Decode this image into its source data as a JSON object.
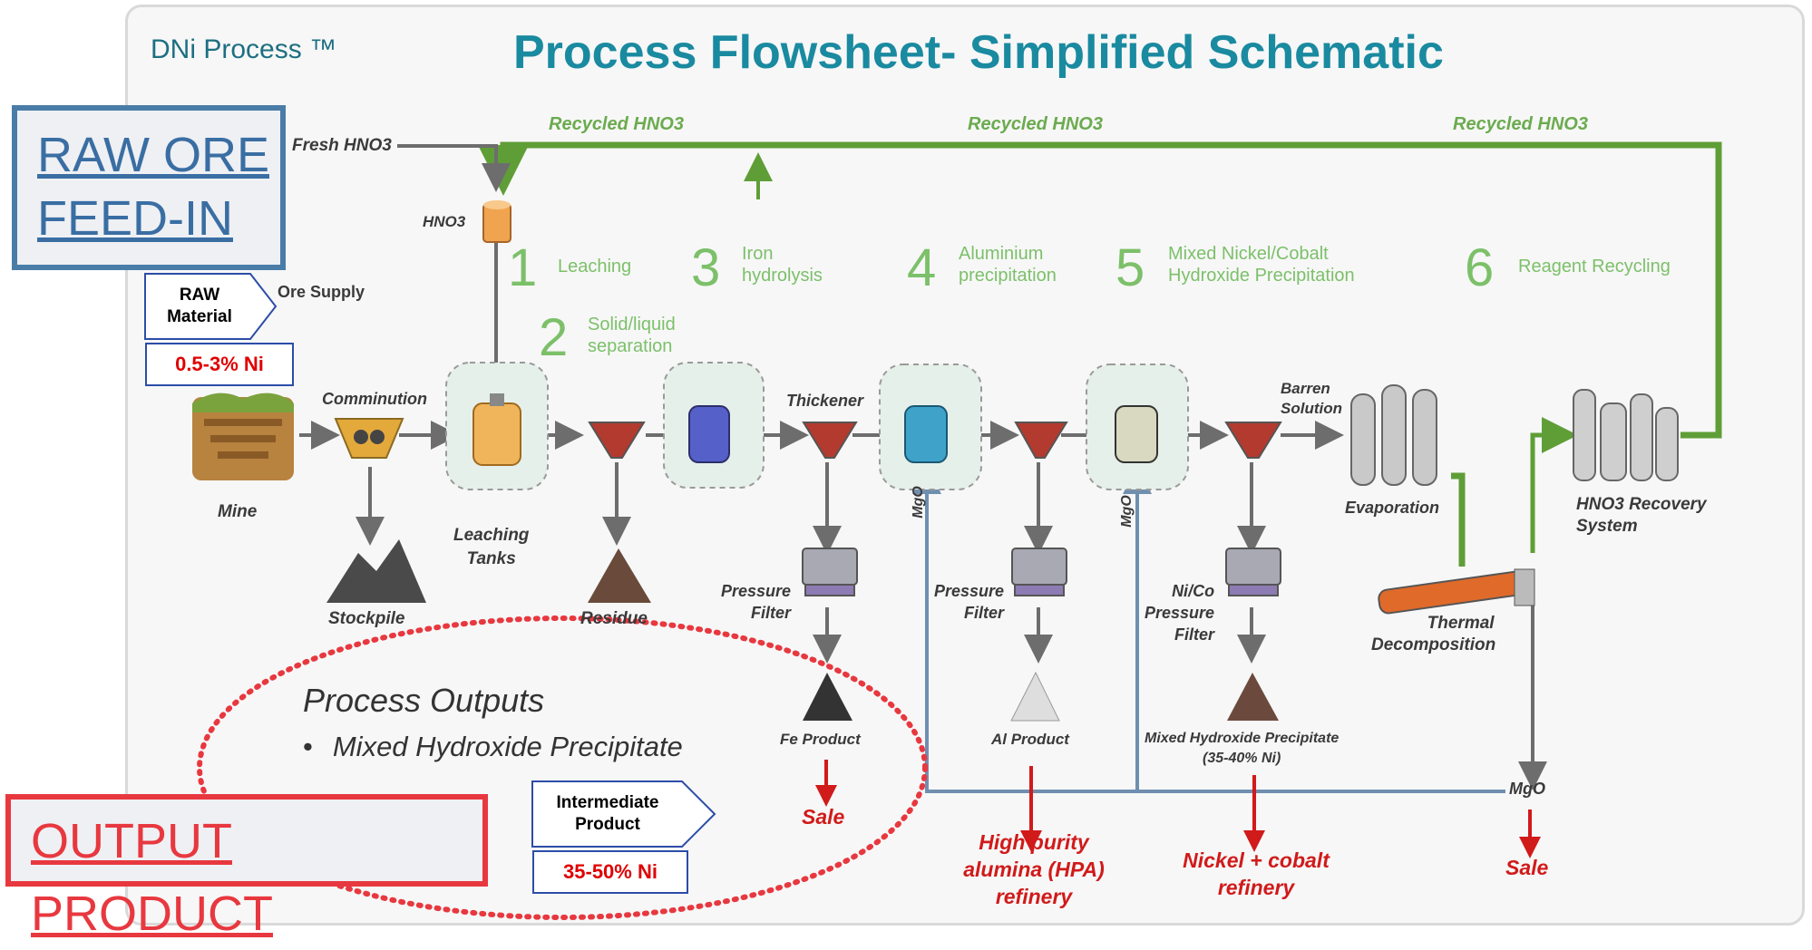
{
  "header": {
    "brand": "DNi Process ™",
    "title": "Process Flowsheet- Simplified Schematic"
  },
  "callouts": {
    "raw_line1": "RAW ORE",
    "raw_line2": "FEED-IN",
    "output": "OUTPUT PRODUCT"
  },
  "raw_material": {
    "tag_line1": "RAW",
    "tag_line2": "Material",
    "grade": "0.5-3% Ni",
    "supply": "Ore Supply"
  },
  "intermediate": {
    "tag_line1": "Intermediate",
    "tag_line2": "Product",
    "grade": "35-50% Ni"
  },
  "outputs_box": {
    "heading": "Process Outputs",
    "bullet": "Mixed Hydroxide Precipitate"
  },
  "recycle_labels": [
    "Recycled HNO3",
    "Recycled HNO3",
    "Recycled HNO3"
  ],
  "reagents": {
    "fresh": "Fresh HNO3",
    "hno3": "HNO3",
    "mgo1": "MgO",
    "mgo2": "MgO",
    "mgo_bottom": "MgO"
  },
  "steps": [
    {
      "num": "1",
      "label": "Leaching"
    },
    {
      "num": "2",
      "label_1": "Solid/liquid",
      "label_2": "separation"
    },
    {
      "num": "3",
      "label_1": "Iron",
      "label_2": "hydrolysis"
    },
    {
      "num": "4",
      "label_1": "Aluminium",
      "label_2": "precipitation"
    },
    {
      "num": "5",
      "label_1": "Mixed Nickel/Cobalt",
      "label_2": "Hydroxide Precipitation"
    },
    {
      "num": "6",
      "label": "Reagent Recycling"
    }
  ],
  "units": {
    "mine": "Mine",
    "comminution": "Comminution",
    "stockpile": "Stockpile",
    "leaching_1": "Leaching",
    "leaching_2": "Tanks",
    "residue": "Residue",
    "thickener": "Thickener",
    "pressure_filter_1a": "Pressure",
    "pressure_filter_1b": "Filter",
    "pressure_filter_2a": "Pressure",
    "pressure_filter_2b": "Filter",
    "nico_filter_1": "Ni/Co",
    "nico_filter_2": "Pressure",
    "nico_filter_3": "Filter",
    "barren_1": "Barren",
    "barren_2": "Solution",
    "evaporation": "Evaporation",
    "thermal_1": "Thermal",
    "thermal_2": "Decomposition",
    "recovery_1": "HNO3 Recovery",
    "recovery_2": "System"
  },
  "products": {
    "fe": "Fe Product",
    "al": "Al Product",
    "mhp_1": "Mixed Hydroxide Precipitate",
    "mhp_2": "(35-40% Ni)"
  },
  "destinations": {
    "sale_1": "Sale",
    "hpa_1": "High purity",
    "hpa_2": "alumina (HPA)",
    "hpa_3": "refinery",
    "nico_1": "Nickel + cobalt",
    "nico_2": "refinery",
    "sale_2": "Sale"
  },
  "colors": {
    "title": "#1a8aa0",
    "green_flow": "#5f9e37",
    "grey_flow": "#6d6d6d",
    "blue_flow": "#6f8fb0",
    "red_flow": "#d11a1a",
    "raw_callout": "#4a7ca8",
    "output_callout": "#e8383f"
  }
}
